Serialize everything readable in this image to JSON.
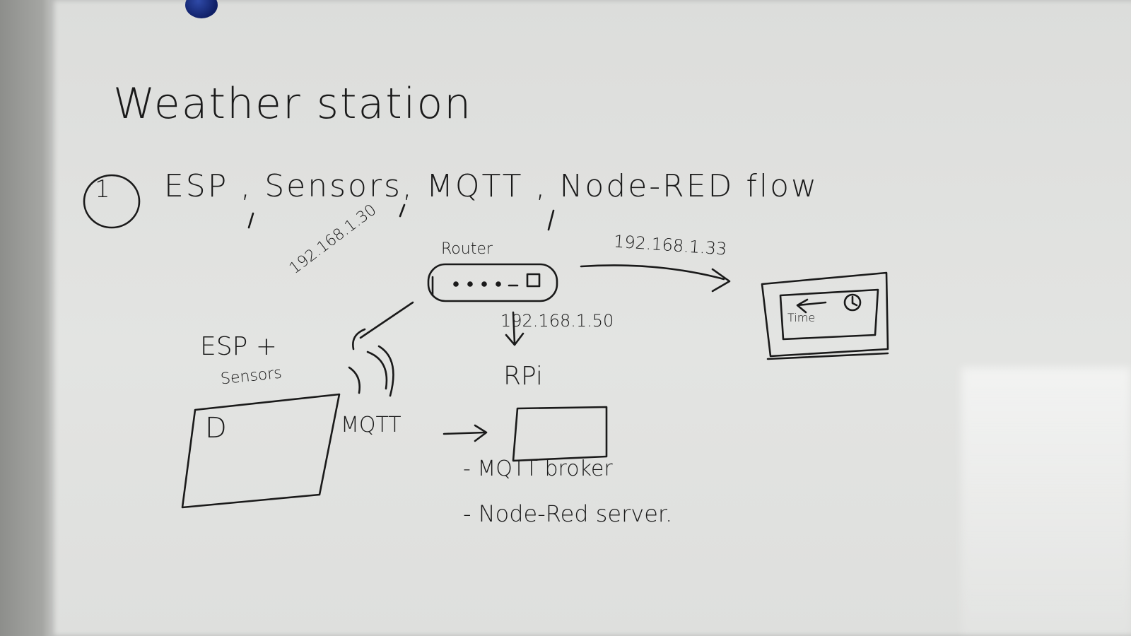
{
  "title": "Weather station",
  "step": {
    "number": "1",
    "text": "ESP , Sensors, MQTT , Node-RED flow"
  },
  "diagram": {
    "router": {
      "label": "Router",
      "ip": "192.168.1.30"
    },
    "pc": {
      "ip": "192.168.1.33",
      "screen_label": "Time"
    },
    "rpi": {
      "label": "RPi",
      "ip": "192.168.1.50",
      "items": [
        "- MQTT broker",
        "- Node-Red server."
      ]
    },
    "esp": {
      "label": "ESP +",
      "sublabel": "Sensors",
      "glyph": "D"
    },
    "mqtt_label": "MQTT"
  },
  "colors": {
    "ink": "#1a1a1a",
    "board": "#e1e2df",
    "magnet": "#1b2f86"
  },
  "icons": [
    "clock-icon",
    "arrow-left-icon",
    "wifi-waves-icon"
  ]
}
